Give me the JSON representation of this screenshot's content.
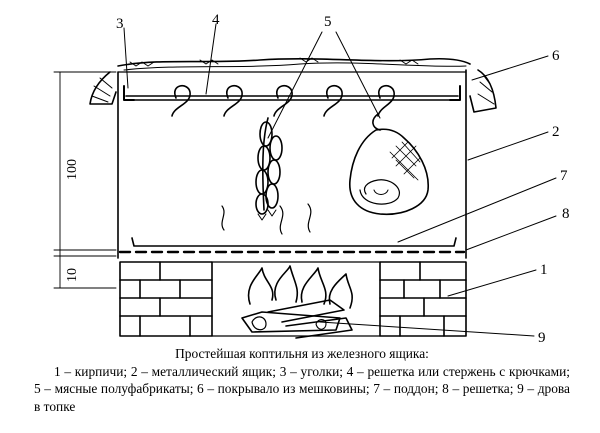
{
  "diagram": {
    "callouts": {
      "n1": "1",
      "n2": "2",
      "n3": "3",
      "n4": "4",
      "n5": "5",
      "n6": "6",
      "n7": "7",
      "n8": "8",
      "n9": "9"
    },
    "dimensions": {
      "box_height": "100",
      "base_height": "10"
    }
  },
  "caption": {
    "title": "Простейшая коптильня из железного ящика:",
    "body": "1 – кирпичи; 2 – металлический ящик; 3 – уголки; 4 – решетка или стержень с крючками; 5 – мясные полуфабрикаты; 6 – покрывало из мешковины; 7 – поддон; 8 – решетка; 9 – дрова в топке"
  }
}
